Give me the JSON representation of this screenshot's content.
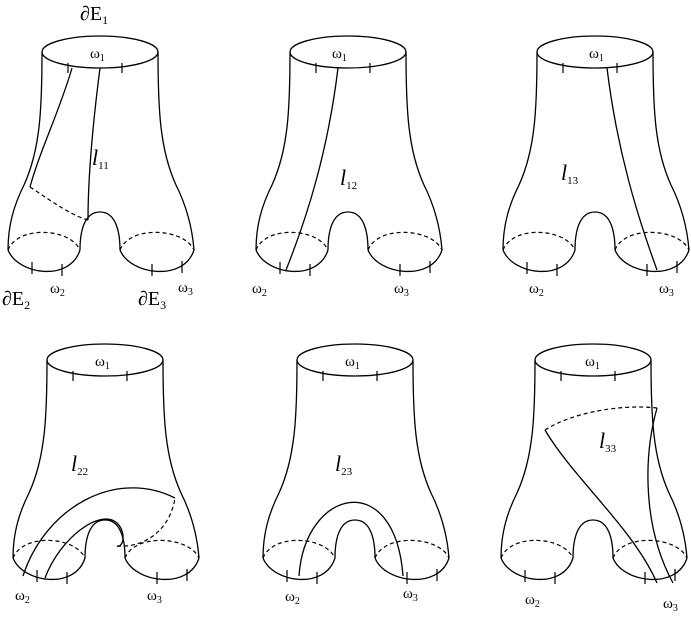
{
  "boundary_labels": {
    "e1": {
      "main": "∂E",
      "sub": "1"
    },
    "e2": {
      "main": "∂E",
      "sub": "2"
    },
    "e3": {
      "main": "∂E",
      "sub": "3"
    }
  },
  "omegas": {
    "w1": {
      "main": "ω",
      "sub": "1"
    },
    "w2": {
      "main": "ω",
      "sub": "2"
    },
    "w3": {
      "main": "ω",
      "sub": "3"
    }
  },
  "panels": [
    {
      "label": {
        "main": "l",
        "sub": "11"
      }
    },
    {
      "label": {
        "main": "l",
        "sub": "12"
      }
    },
    {
      "label": {
        "main": "l",
        "sub": "13"
      }
    },
    {
      "label": {
        "main": "l",
        "sub": "22"
      }
    },
    {
      "label": {
        "main": "l",
        "sub": "23"
      }
    },
    {
      "label": {
        "main": "l",
        "sub": "33"
      }
    }
  ]
}
